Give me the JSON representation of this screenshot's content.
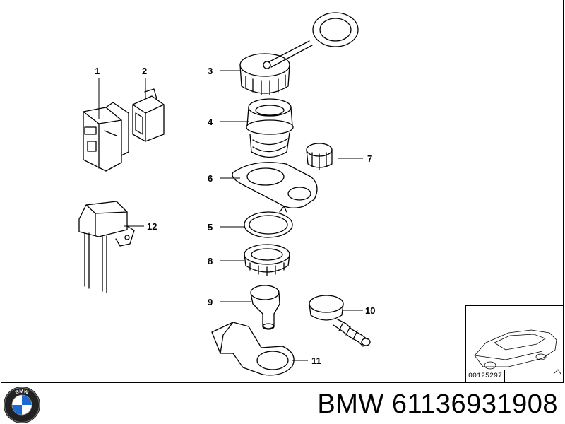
{
  "diagram": {
    "callouts": [
      "1",
      "2",
      "3",
      "4",
      "5",
      "6",
      "7",
      "8",
      "9",
      "10",
      "11",
      "12"
    ]
  },
  "inset": {
    "code": "00125297"
  },
  "footer": {
    "brand": "BMW",
    "part_number": "61136931908",
    "logo_letters": "BMW"
  },
  "colors": {
    "line": "#000000",
    "background": "#ffffff",
    "logo_blue": "#1c69d4"
  }
}
